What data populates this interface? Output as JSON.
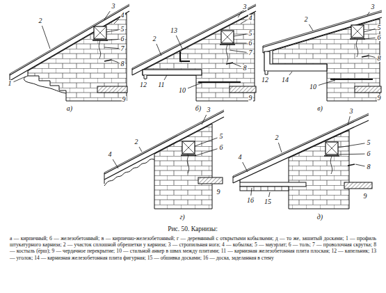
{
  "diagram": {
    "title": "Рис. 50. Карнизы:",
    "caption": "а — кирпичный; б — железобетонный; в — кирпично-железобетонный; г — деревянный с открытыми кобылками; д — то же, зашитый досками; 1 — профиль штукатурного карниза; 2 — участок сплошной обрешетки у карниза; 3 — стропильная нога; 4 — кобылка; 5 — мауэрлат; 6 — толь; 7 — проволочная скрутка; 8 — костыль (ёрш); 9 — чердачное перекрытие; 10 — стальной анкер в швах между плитами; 11 — карнизная железобетонная плита плоская; 12 — капельник; 13 — уголок; 14 — карнизная железобетонная плита фигурная; 15 — обшивка досками; 16 — доска, заделанная в стену",
    "labels": [
      "2",
      "3",
      "4",
      "5",
      "6",
      "7",
      "1",
      "8",
      "9",
      "а)",
      "2",
      "13",
      "3",
      "4",
      "5",
      "6",
      "7",
      "12",
      "11",
      "10",
      "8",
      "9",
      "б)",
      "2",
      "3",
      "5",
      "6",
      "8",
      "12",
      "14",
      "10",
      "9",
      "в)",
      "2",
      "4",
      "3",
      "5",
      "6",
      "9",
      "г)",
      "4",
      "2",
      "3",
      "5",
      "6",
      "8",
      "16",
      "15",
      "9",
      "д)"
    ]
  }
}
